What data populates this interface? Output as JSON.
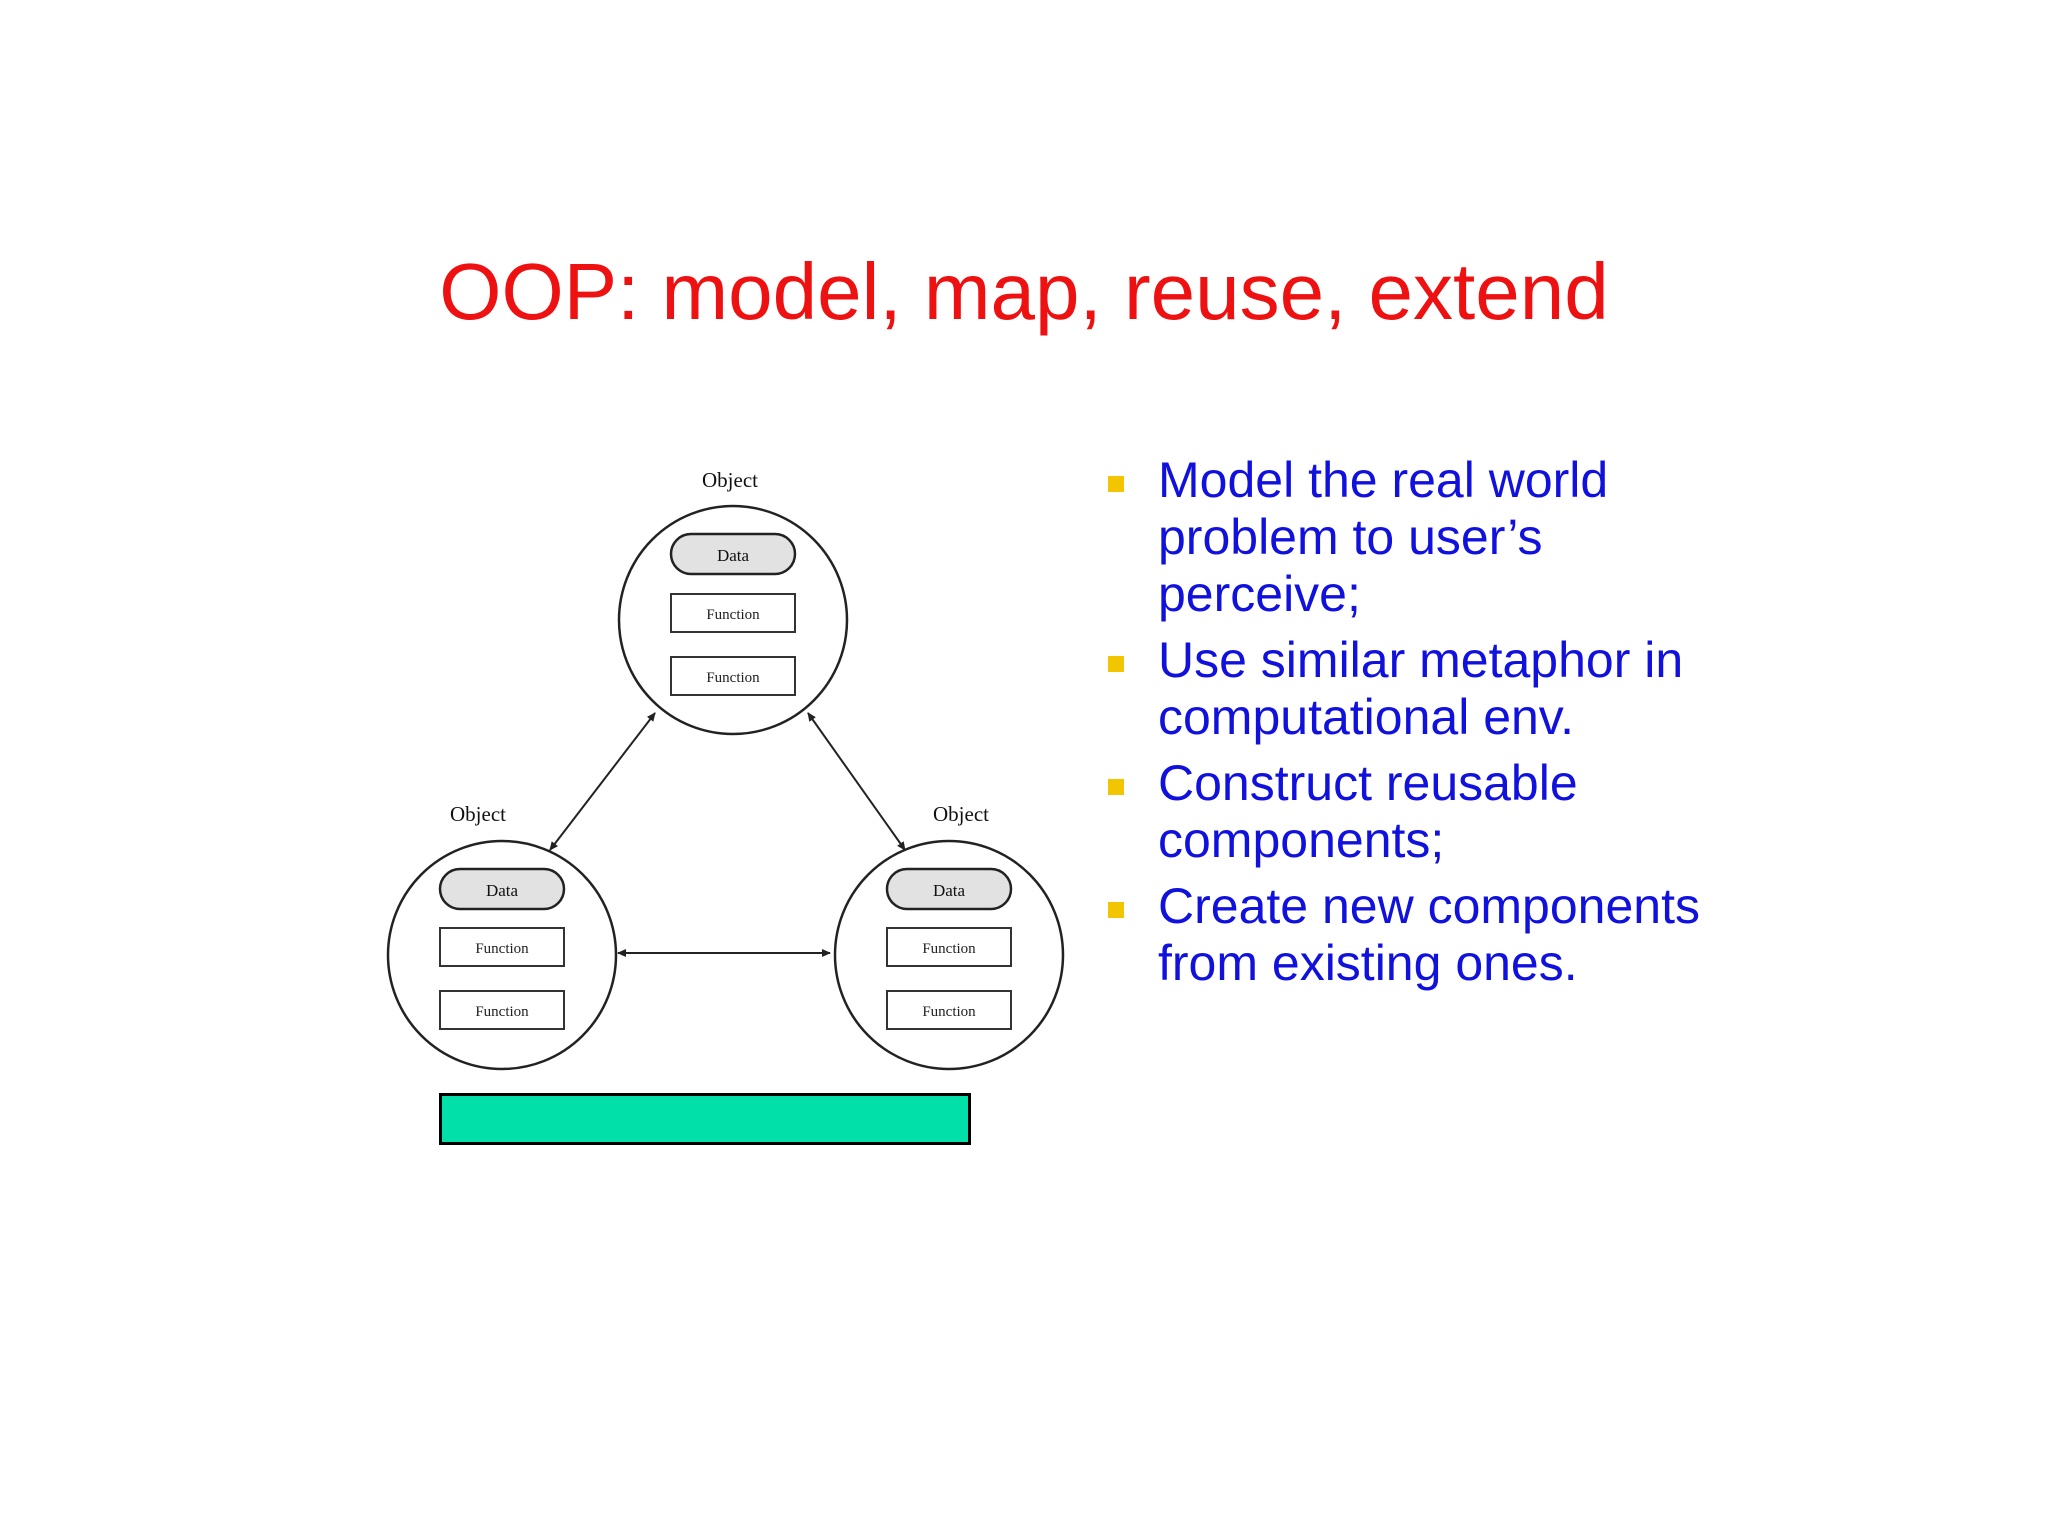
{
  "slide": {
    "title": "OOP: model, map, reuse, extend"
  },
  "diagram": {
    "objects": [
      {
        "label": "Object",
        "data_label": "Data",
        "functions": [
          "Function",
          "Function"
        ]
      },
      {
        "label": "Object",
        "data_label": "Data",
        "functions": [
          "Function",
          "Function"
        ]
      },
      {
        "label": "Object",
        "data_label": "Data",
        "functions": [
          "Function",
          "Function"
        ]
      }
    ]
  },
  "bullets": [
    "Model the real world problem to user’s perceive;",
    "Use similar metaphor in computational env.",
    "Construct reusable components;",
    "Create new components from existing ones."
  ],
  "colors": {
    "title": "#ee1111",
    "bullet_text": "#1111dd",
    "bullet_marker": "#f2c500",
    "bar_fill": "#00e0a8"
  }
}
